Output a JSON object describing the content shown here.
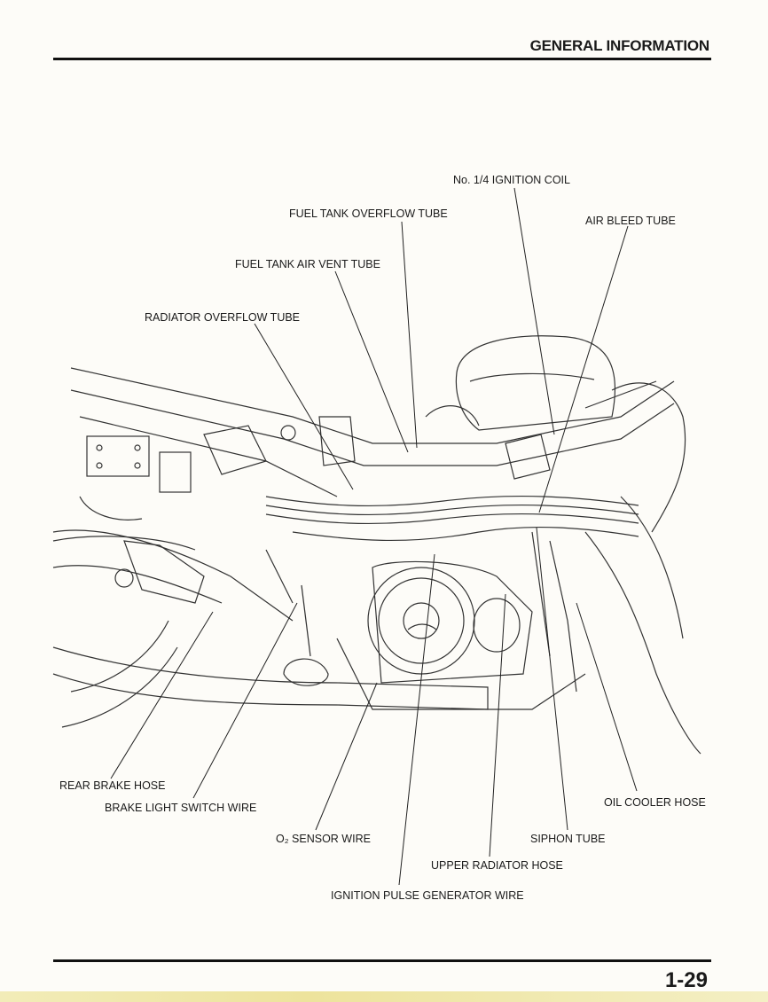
{
  "header": {
    "title": "GENERAL INFORMATION"
  },
  "page": {
    "number": "1-29"
  },
  "labels": {
    "ignition_coil": "No. 1/4 IGNITION COIL",
    "fuel_tank_overflow": "FUEL TANK OVERFLOW TUBE",
    "air_bleed": "AIR BLEED TUBE",
    "fuel_tank_air_vent": "FUEL TANK AIR VENT TUBE",
    "radiator_overflow": "RADIATOR OVERFLOW TUBE",
    "rear_brake_hose": "REAR BRAKE HOSE",
    "brake_light_switch": "BRAKE LIGHT SWITCH WIRE",
    "o2_sensor": "O₂ SENSOR WIRE",
    "siphon_tube": "SIPHON TUBE",
    "oil_cooler_hose": "OIL COOLER HOSE",
    "upper_radiator_hose": "UPPER RADIATOR HOSE",
    "ignition_pulse": "IGNITION PULSE GENERATOR WIRE"
  }
}
